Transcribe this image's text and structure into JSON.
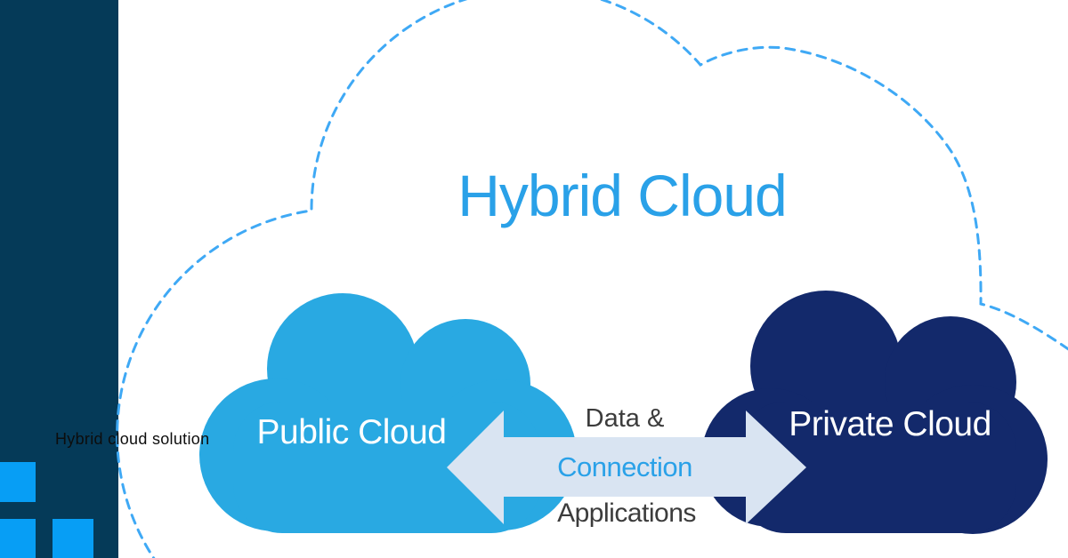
{
  "title": {
    "text": "Hybrid Cloud"
  },
  "watermark": {
    "text": "Hybrid cloud solution"
  },
  "clouds": {
    "public": {
      "label": "Public Cloud"
    },
    "private": {
      "label": "Private Cloud"
    }
  },
  "connection": {
    "line1": "Data &",
    "line2": "Connection",
    "line3": "Applications"
  },
  "colors": {
    "sidebar_navy": "#053a58",
    "decor_square_blue": "#079ef5",
    "public_cloud_blue": "#29a9e2",
    "private_cloud_navy": "#13296b",
    "arrow_fill": "#d9e4f2",
    "dashed_outline_blue": "#3fa9f5",
    "title_blue": "#2aa1e8",
    "dark_text": "#3c3c3c",
    "watermark_text": "#0d0d0d",
    "background": "#ffffff"
  }
}
